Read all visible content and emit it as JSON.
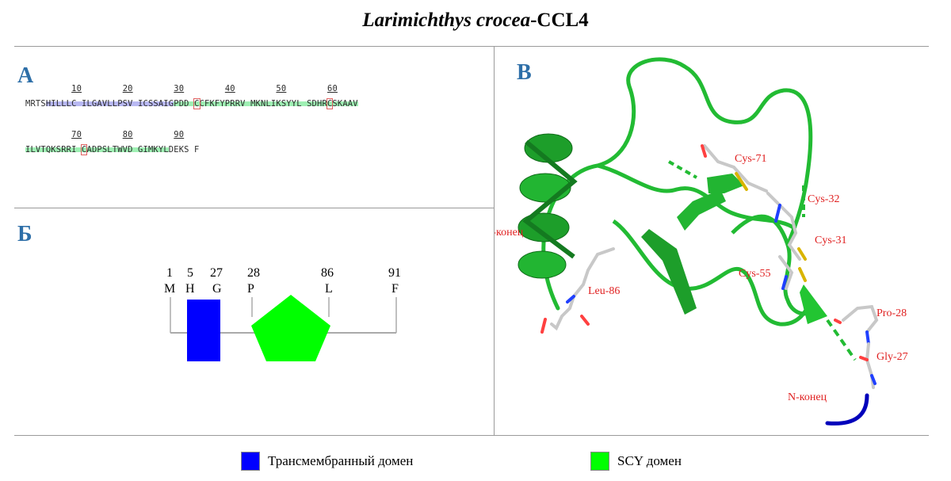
{
  "title": {
    "italic": "Larimichthys crocea",
    "rest": "-CCL4"
  },
  "panels": {
    "a": "А",
    "b": "Б",
    "v": "В"
  },
  "sequence": {
    "row1_ticks": [
      "10",
      "20",
      "30",
      "40",
      "50",
      "60"
    ],
    "row2_ticks": [
      "70",
      "80",
      "90"
    ],
    "row1": [
      {
        "t": "MRTS",
        "k": "n"
      },
      {
        "t": "HILLLC ILGAVLLPSV ICSSAIG",
        "k": "tm"
      },
      {
        "t": "PDD ",
        "k": "scy"
      },
      {
        "t": "C",
        "k": "cys"
      },
      {
        "t": "CFKFYPRRV MKNLIKSYYL SDHR",
        "k": "scy"
      },
      {
        "t": "C",
        "k": "cys"
      },
      {
        "t": "SKAAV",
        "k": "scy"
      }
    ],
    "row2": [
      {
        "t": "ILVTQKSRRI ",
        "k": "scy"
      },
      {
        "t": "C",
        "k": "cys"
      },
      {
        "t": "ADPSLTWVD GIMKYL",
        "k": "scy"
      },
      {
        "t": "DEKS F",
        "k": "n"
      }
    ]
  },
  "domain_map": {
    "positions": [
      "1",
      "5",
      "27",
      "28",
      "86",
      "91"
    ],
    "residues": [
      "M",
      "H",
      "G",
      "P",
      "L",
      "F"
    ],
    "tm_color": "#0000ff",
    "scy_color": "#00ff00"
  },
  "structure_labels": {
    "cys71": "Cys-71",
    "cys32": "Cys-32",
    "cys31": "Cys-31",
    "cys55": "Cys-55",
    "cterm": "С-конец",
    "leu86": "Leu-86",
    "pro28": "Pro-28",
    "gly27": "Gly-27",
    "nterm": "N-конец"
  },
  "legend": {
    "tm_label": "Трансмембранный домен",
    "scy_label": "SCY домен",
    "tm_color": "#0000ff",
    "scy_color": "#00ff00"
  }
}
